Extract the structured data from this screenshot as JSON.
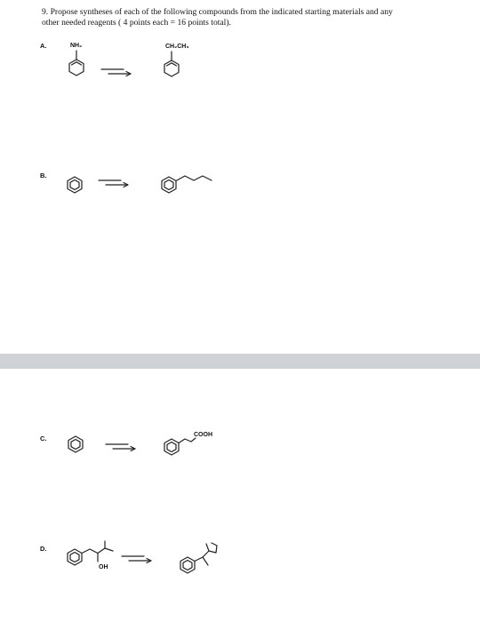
{
  "question": {
    "text_line1": "9.  Propose syntheses of each of the following compounds from the indicated starting materials and any",
    "text_line2": "other needed reagents ( 4 points each = 16 points total)."
  },
  "parts": [
    {
      "letter": "A.",
      "start_substituent": "NH₂",
      "product_substituent": "CH₂CH₃"
    },
    {
      "letter": "B."
    },
    {
      "letter": "C.",
      "product_substituent": "COOH"
    },
    {
      "letter": "D.",
      "start_substituent": "OH"
    }
  ]
}
